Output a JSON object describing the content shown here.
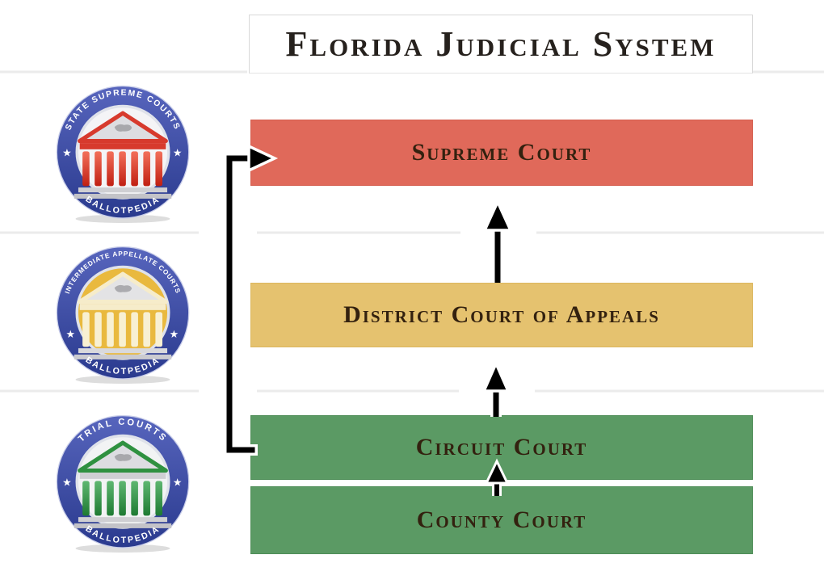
{
  "title": "Florida Judicial System",
  "levels": [
    {
      "id": "supreme-court",
      "label": "Supreme Court",
      "color": "#e0695a"
    },
    {
      "id": "district-court-of-appeals",
      "label": "District Court of Appeals",
      "color": "#e5c26f"
    },
    {
      "id": "circuit-court",
      "label": "Circuit Court",
      "color": "#5b9a64"
    },
    {
      "id": "county-court",
      "label": "County Court",
      "color": "#5b9a64"
    }
  ],
  "connections": [
    {
      "from": "County Court",
      "to": "Circuit Court"
    },
    {
      "from": "Circuit Court",
      "to": "District Court of Appeals"
    },
    {
      "from": "District Court of Appeals",
      "to": "Supreme Court"
    },
    {
      "from": "Circuit Court",
      "to": "Supreme Court"
    }
  ],
  "badges": [
    {
      "id": "state-supreme-courts",
      "top_text": "STATE SUPREME COURTS",
      "bottom_text": "BALLOTPEDIA",
      "accent": "#d73a2d",
      "inner_bg": "#f4f4f6"
    },
    {
      "id": "intermediate-appellate-courts",
      "top_text": "INTERMEDIATE APPELLATE COURTS",
      "bottom_text": "BALLOTPEDIA",
      "accent": "#f6ecca",
      "inner_bg": "#e9b93e"
    },
    {
      "id": "trial-courts",
      "top_text": "TRIAL COURTS",
      "bottom_text": "BALLOTPEDIA",
      "accent": "#2f9140",
      "inner_bg": "#f2f3f4"
    }
  ],
  "icons": {
    "star": "★"
  },
  "colors": {
    "badge_ring_blue": "#3a49a3",
    "arrow_black": "#000000",
    "separator_gray": "#ebebeb",
    "label_text": "#33210f"
  }
}
